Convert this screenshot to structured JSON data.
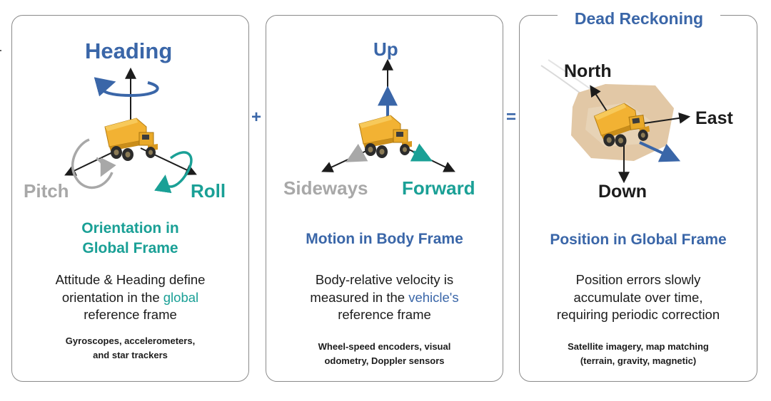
{
  "panels": [
    {
      "axes": {
        "up": "Heading",
        "left": "Pitch",
        "right": "Roll"
      },
      "title_line1": "Orientation in",
      "title_line2": "Global Frame",
      "desc_line1": "Attitude & Heading define",
      "desc_line2_prefix": "orientation in the ",
      "desc_line2_highlight": "global",
      "desc_line3": "reference frame",
      "sources_line1": "Gyroscopes, accelerometers,",
      "sources_line2": "and star trackers"
    },
    {
      "axes": {
        "up": "Up",
        "left": "Sideways",
        "right": "Forward"
      },
      "title": "Motion in Body Frame",
      "desc_line1": "Body-relative velocity is",
      "desc_line2_prefix": "measured in the ",
      "desc_line2_highlight": "vehicle's",
      "desc_line3": "reference frame",
      "sources_line1": "Wheel-speed encoders, visual",
      "sources_line2": "odometry, Doppler sensors"
    },
    {
      "header": "Dead Reckoning",
      "axes": {
        "north": "North",
        "east": "East",
        "down": "Down"
      },
      "title": "Position in Global Frame",
      "desc_line1": "Position errors slowly",
      "desc_line2": "accumulate over time,",
      "desc_line3": "requiring periodic correction",
      "sources_line1": "Satellite imagery, map matching",
      "sources_line2": "(terrain, gravity, magnetic)"
    }
  ],
  "operators": {
    "plus": "+",
    "equals": "="
  },
  "colors": {
    "teal": "#1aa096",
    "blue": "#3a66a8",
    "grey": "#a8a8a8",
    "dark": "#1c1c1c",
    "truck": "#f2b233",
    "sand": "#e2c8a6"
  },
  "icons": [
    "dump-truck-icon",
    "axis-arrow-icon",
    "rotation-arrow-icon",
    "terrain-patch-icon"
  ]
}
